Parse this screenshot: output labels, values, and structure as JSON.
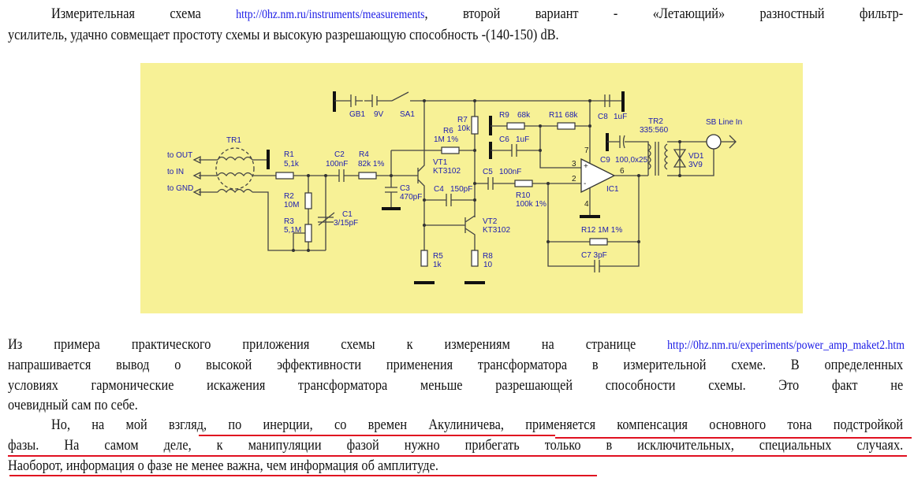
{
  "paragraph1": {
    "line1_before": "Измерительная схема ",
    "link": "http://0hz.nm.ru/instruments/measurements",
    "line1_after": ", второй вариант - «Летающий» разностный фильтр-",
    "line2": "усилитель, удачно совмещает простоту схемы и высокую разрешающую способность -(140-150) dB."
  },
  "schematic": {
    "labels": {
      "gb1": "GB1",
      "v9": "9V",
      "sa1": "SA1",
      "tr1": "TR1",
      "to_out": "to OUT",
      "to_in": "to IN",
      "to_gnd": "to GND",
      "r1": "R1",
      "r1v": "5,1k",
      "r2": "R2",
      "r2v": "10M",
      "r3": "R3",
      "r3v": "5,1M",
      "c1": "C1",
      "c1v": "3/15pF",
      "c2": "C2",
      "c2v": "100nF",
      "r4": "R4",
      "r4v": "82k 1%",
      "c3": "C3",
      "c3v": "470pF",
      "r6": "R6",
      "r6v": "1M 1%",
      "vt1": "VT1",
      "vt1v": "KT3102",
      "c4": "C4",
      "c4v": "150pF",
      "r5": "R5",
      "r5v": "1k",
      "r7": "R7",
      "r7v": "10k",
      "vt2": "VT2",
      "vt2v": "KT3102",
      "r8": "R8",
      "r8v": "10",
      "r9": "R9",
      "r9v": "68k",
      "r11": "R11 68k",
      "c6": "C6",
      "c6v": "1uF",
      "c5": "C5",
      "c5v": "100nF",
      "r10": "R10",
      "r10v": "100k 1%",
      "r12": "R12  1M 1%",
      "c7": "C7   3pF",
      "c8": "C8",
      "c8v": "1uF",
      "c9": "C9",
      "c9v": "100,0x25",
      "tr2": "TR2",
      "tr2v": "335:560",
      "vd1": "VD1",
      "vd1v": "3V9",
      "ic1": "IC1",
      "sb": "SB Line In",
      "p3": "3",
      "p2": "2",
      "p6": "6",
      "p7": "7",
      "p4": "4"
    }
  },
  "paragraph2": {
    "line1": "Из примера практического приложения схемы к измерениям на странице",
    "link": "http://0hz.nm.ru/experiments/power_amp_maket2.htm",
    "line2": "напрашивается вывод о высокой эффективности применения трансформатора в измерительной схеме. В определенных",
    "line3": "условиях гармонические искажения трансформатора меньше разрешающей способности схемы. Это факт не",
    "line4": "очевидный сам по себе."
  },
  "paragraph3": {
    "line1": "Но, на мой взгляд, по инерции, со времен Акулиничева, применяется компенсация основного тона подстройкой",
    "line2": "фазы. На самом деле, к манипуляции фазой нужно прибегать только в исключительных, специальных случаях.",
    "line3": "Наоборот, информация о фазе не менее важна, чем информация об амплитуде."
  },
  "colors": {
    "link": "#1a1ae6",
    "highlight_underline": "#e01020",
    "schematic_bg": "#f7f196"
  }
}
